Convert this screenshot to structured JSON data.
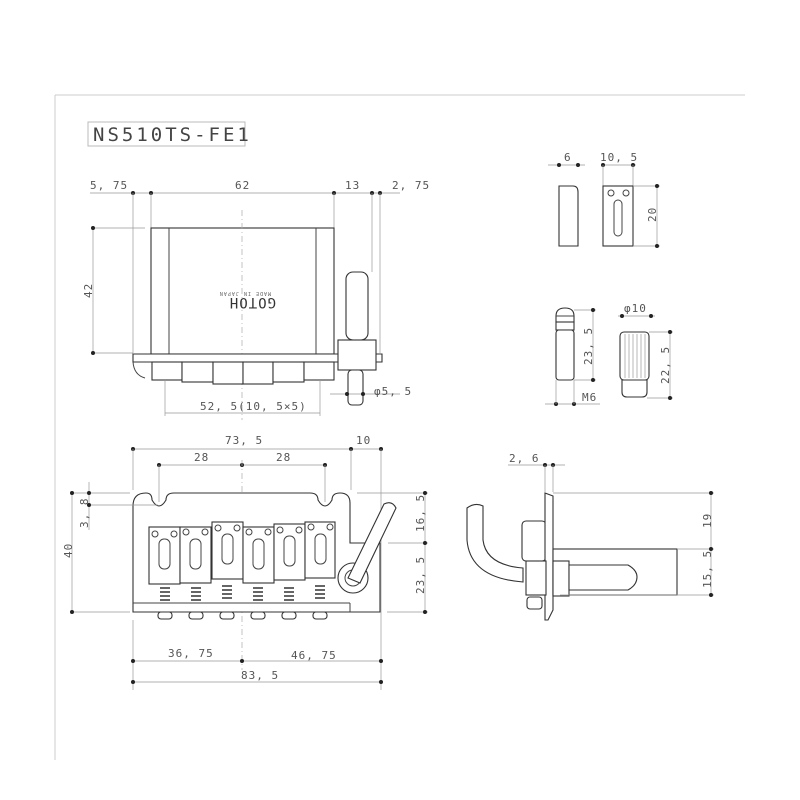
{
  "title": "NS510TS-FE1",
  "logo_text": "GOTOH",
  "logo_subtext": "MADE IN JAPAN",
  "top_view": {
    "dim_left": "5, 75",
    "dim_width": "62",
    "dim_right": "13",
    "dim_far_right": "2, 75",
    "dim_height": "42",
    "dim_string_spacing": "52, 5(10, 5×5)",
    "dim_stud_diameter": "φ5, 5"
  },
  "front_view": {
    "dim_total": "73, 5",
    "dim_arm": "10",
    "dim_left_post": "28",
    "dim_right_post": "28",
    "dim_height": "40",
    "dim_notch": "3, 8",
    "dim_upper_right": "16, 5",
    "dim_lower_right": "23, 5",
    "dim_left_to_center": "36, 75",
    "dim_center_to_right": "46, 75",
    "dim_overall": "83, 5"
  },
  "saddle": {
    "dim_side": "6",
    "dim_width": "10, 5",
    "dim_height": "20"
  },
  "screw": {
    "dim_length": "23, 5",
    "dim_thread": "M6"
  },
  "knob": {
    "dim_diameter": "φ10",
    "dim_length": "22, 5"
  },
  "side_view": {
    "dim_plate": "2, 6",
    "dim_upper": "19",
    "dim_lower": "15, 5"
  }
}
